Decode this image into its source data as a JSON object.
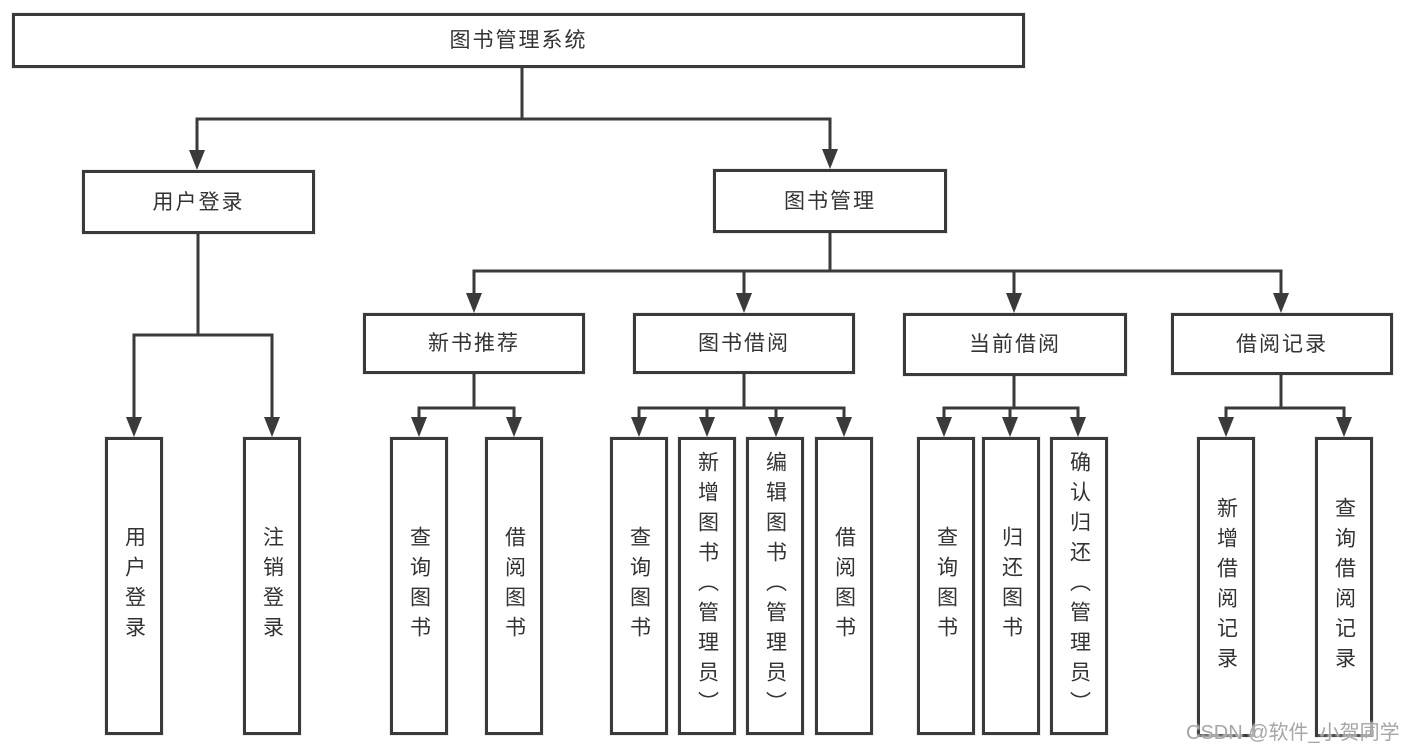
{
  "diagram": {
    "root": {
      "label": "图书管理系统"
    },
    "branches": [
      {
        "label": "用户登录",
        "children": [
          {
            "label": "用户登录"
          },
          {
            "label": "注销登录"
          }
        ]
      },
      {
        "label": "图书管理",
        "children": [
          {
            "label": "新书推荐",
            "children": [
              {
                "label": "查询图书"
              },
              {
                "label": "借阅图书"
              }
            ]
          },
          {
            "label": "图书借阅",
            "children": [
              {
                "label": "查询图书"
              },
              {
                "label": "新增图书（管理员）"
              },
              {
                "label": "编辑图书（管理员）"
              },
              {
                "label": "借阅图书"
              }
            ]
          },
          {
            "label": "当前借阅",
            "children": [
              {
                "label": "查询图书"
              },
              {
                "label": "归还图书"
              },
              {
                "label": "确认归还（管理员）"
              }
            ]
          },
          {
            "label": "借阅记录",
            "children": [
              {
                "label": "新增借阅记录"
              },
              {
                "label": "查询借阅记录"
              }
            ]
          }
        ]
      }
    ],
    "watermark": "CSDN @软件_小贺同学",
    "colors": {
      "line": "#3a3a3a",
      "box_border": "#3a3a3a",
      "text": "#333333",
      "watermark": "#a6a6a6",
      "background": "#ffffff"
    }
  }
}
